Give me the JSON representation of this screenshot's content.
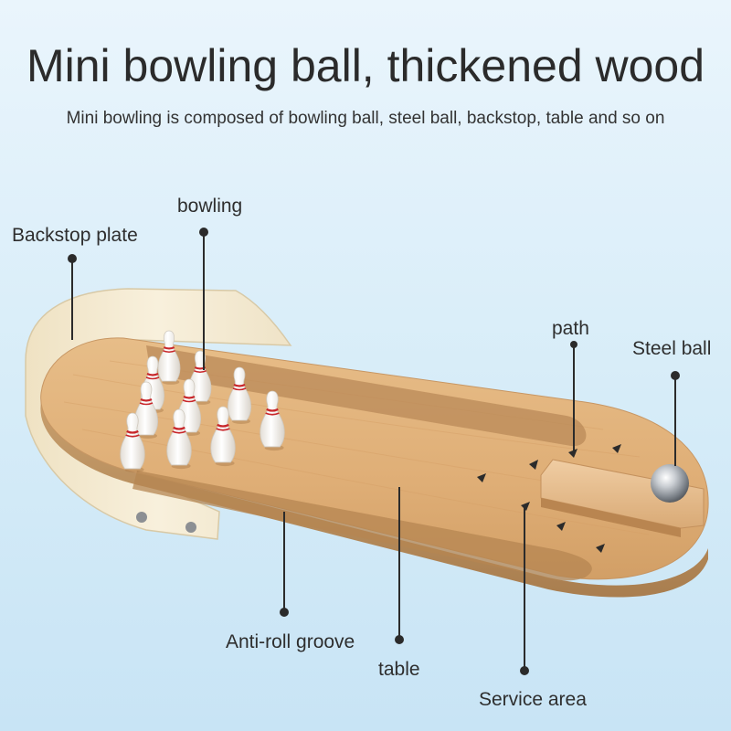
{
  "header": {
    "title": "Mini bowling ball, thickened wood",
    "subtitle": "Mini bowling is composed of bowling ball, steel ball, backstop, table and so on"
  },
  "callouts": {
    "backstop": "Backstop plate",
    "bowling": "bowling",
    "path": "path",
    "steel_ball": "Steel ball",
    "groove": "Anti-roll groove",
    "table": "table",
    "service_area": "Service area"
  },
  "colors": {
    "background": "#d6ecf8",
    "wood": "#e3b57f",
    "backstop": "#f4ead2",
    "pin": "#f6f3ee",
    "pin_stripe": "#c8262a",
    "ball": "#b9bdc2",
    "leader": "#2b2b2b"
  }
}
